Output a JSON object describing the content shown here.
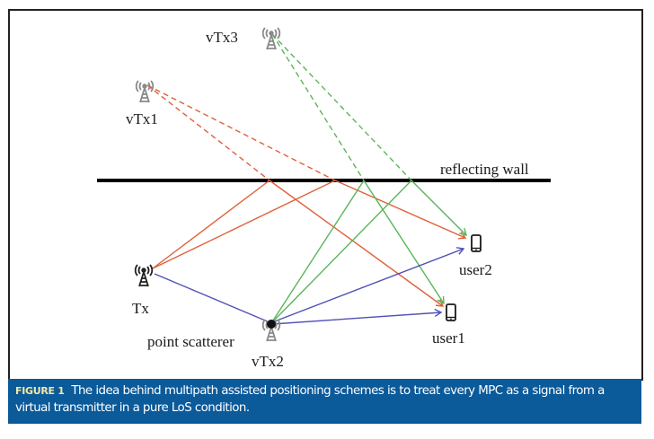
{
  "figure": {
    "labels": {
      "vtx3": "vTx3",
      "vtx1": "vTx1",
      "wall": "reflecting wall",
      "tx": "Tx",
      "scatterer": "point scatterer",
      "vtx2": "vTx2",
      "user2": "user2",
      "user1": "user1"
    },
    "colors": {
      "wall_reflection_path": "#e0603a",
      "scatterer_path": "#5ab55a",
      "los_path": "#5050b8",
      "wall": "#000000",
      "antenna": "#8a8a8a",
      "caption_bg": "#0b5a9a",
      "caption_tag": "#f3e7a6"
    },
    "legend_semantics": {
      "dashed": "virtual path from virtual transmitter",
      "solid": "physical propagation path"
    }
  },
  "caption": {
    "tag": "FIGURE 1",
    "text": "The idea behind multipath assisted positioning schemes is to treat every MPC as a signal from a virtual transmitter in a pure LoS condition."
  }
}
